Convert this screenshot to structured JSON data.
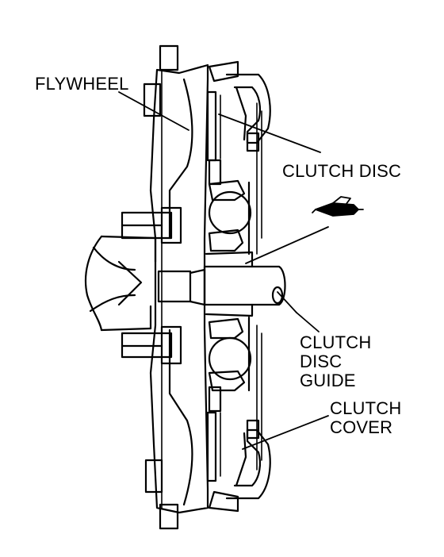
{
  "labels": {
    "flywheel": "FLYWHEEL",
    "clutch_disc": "CLUTCH DISC",
    "clutch_disc_guide": [
      "CLUTCH",
      "DISC",
      "GUIDE"
    ],
    "clutch_cover": [
      "CLUTCH",
      "COVER"
    ]
  },
  "icons": {
    "grease_gun": "grease-gun-icon"
  },
  "colors": {
    "ink": "#000000",
    "paper": "#ffffff"
  }
}
